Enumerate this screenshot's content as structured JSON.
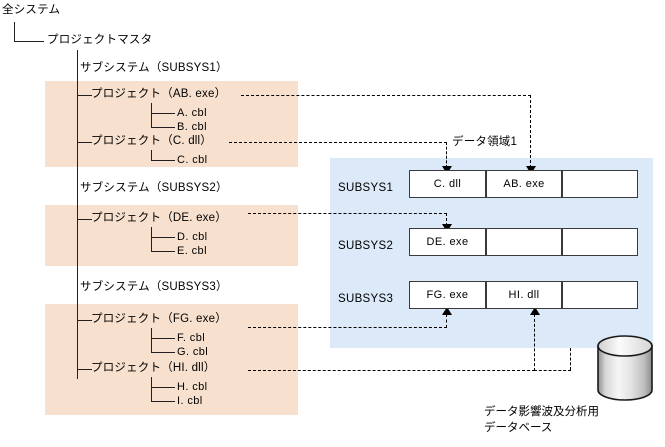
{
  "tree": {
    "root_label": "全システム",
    "master_label": "プロジェクトマスタ",
    "subsystems": [
      {
        "label": "サブシステム（SUBSYS1）",
        "projects": [
          {
            "label": "プロジェクト（AB. exe）",
            "files": [
              "A. cbl",
              "B. cbl"
            ]
          },
          {
            "label": "プロジェクト（C. dll）",
            "files": [
              "C. cbl"
            ]
          }
        ]
      },
      {
        "label": "サブシステム（SUBSYS2）",
        "projects": [
          {
            "label": "プロジェクト（DE. exe）",
            "files": [
              "D. cbl",
              "E. cbl"
            ]
          }
        ]
      },
      {
        "label": "サブシステム（SUBSYS3）",
        "projects": [
          {
            "label": "プロジェクト（FG. exe）",
            "files": [
              "F. cbl",
              "G. cbl"
            ]
          },
          {
            "label": "プロジェクト（HI. dll）",
            "files": [
              "H. cbl",
              "I. cbl"
            ]
          }
        ]
      }
    ]
  },
  "data_area": {
    "title": "データ領域1",
    "rows": [
      {
        "label": "SUBSYS1",
        "cells": [
          "C. dll",
          "AB. exe",
          ""
        ]
      },
      {
        "label": "SUBSYS2",
        "cells": [
          "DE. exe",
          "",
          ""
        ]
      },
      {
        "label": "SUBSYS3",
        "cells": [
          "FG. exe",
          "HI. dll",
          ""
        ]
      }
    ]
  },
  "database": {
    "caption_line1": "データ影響波及分析用",
    "caption_line2": "データベース"
  },
  "colors": {
    "peach": "#f7e0cd",
    "blue_area": "#dbe9f9",
    "line": "#231f20",
    "cell_border": "#3a3a3a",
    "cylinder_light": "#f2f2f2",
    "cylinder_dark": "#9d9d9d"
  }
}
